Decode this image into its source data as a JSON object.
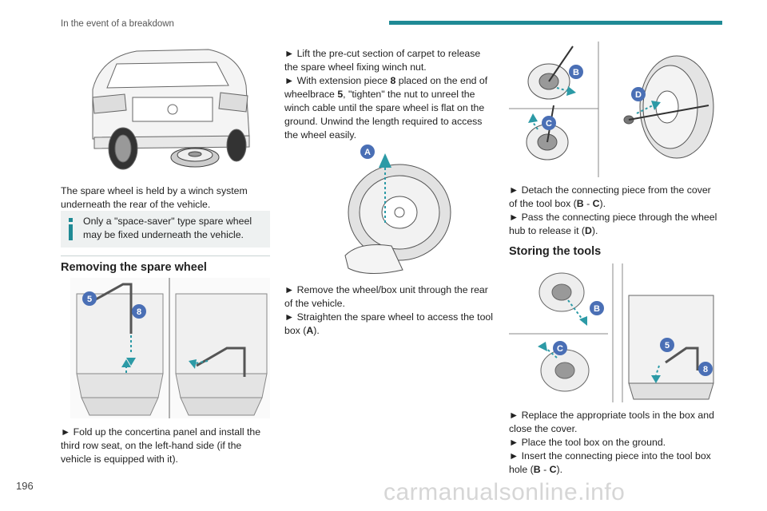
{
  "header": {
    "section_title": "In the event of a breakdown"
  },
  "page_number": "196",
  "watermark": "carmanualsonline.info",
  "col1": {
    "p_winch": "The spare wheel is held by a winch system underneath the rear of the vehicle.",
    "note": "Only a \"space-saver\" type spare wheel may be fixed underneath the vehicle.",
    "heading_removing": "Removing the spare wheel",
    "p_fold": "► Fold up the concertina panel and install the third row seat, on the left-hand side (if the vehicle is equipped with it)."
  },
  "col2": {
    "lift_a": "► Lift the pre-cut section of carpet to release the spare wheel fixing winch nut.",
    "ext_1": "► With extension piece ",
    "ext_8": "8",
    "ext_2": " placed on the end of wheelbrace ",
    "ext_5": "5",
    "ext_3": ", \"tighten\" the nut to unreel the winch cable until the spare wheel is flat on the ground. Unwind the length required to access the wheel easily.",
    "remove": "► Remove the wheel/box unit through the rear of the vehicle.",
    "straighten_1": "► Straighten the spare wheel to access the tool box (",
    "straighten_a": "A",
    "straighten_2": ")."
  },
  "col3": {
    "detach_1": "► Detach the connecting piece from the cover of the tool box (",
    "detach_b": "B",
    "detach_sep": " - ",
    "detach_c": "C",
    "detach_2": ").",
    "pass_1": "► Pass the connecting piece through the wheel hub to release it (",
    "pass_d": "D",
    "pass_2": ").",
    "heading_storing": "Storing the tools",
    "replace": "► Replace the appropriate tools in the box and close the cover.",
    "place": "► Place the tool box on the ground.",
    "insert_1": "► Insert the connecting piece into the tool box hole (",
    "insert_b": "B",
    "insert_sep": " - ",
    "insert_c": "C",
    "insert_2": ")."
  },
  "labels": {
    "five": "5",
    "eight": "8",
    "a": "A",
    "b": "B",
    "c": "C",
    "d": "D"
  },
  "colors": {
    "accent": "#1f8a95",
    "badge": "#4a6fb5",
    "note_bg": "#eef1f1"
  }
}
